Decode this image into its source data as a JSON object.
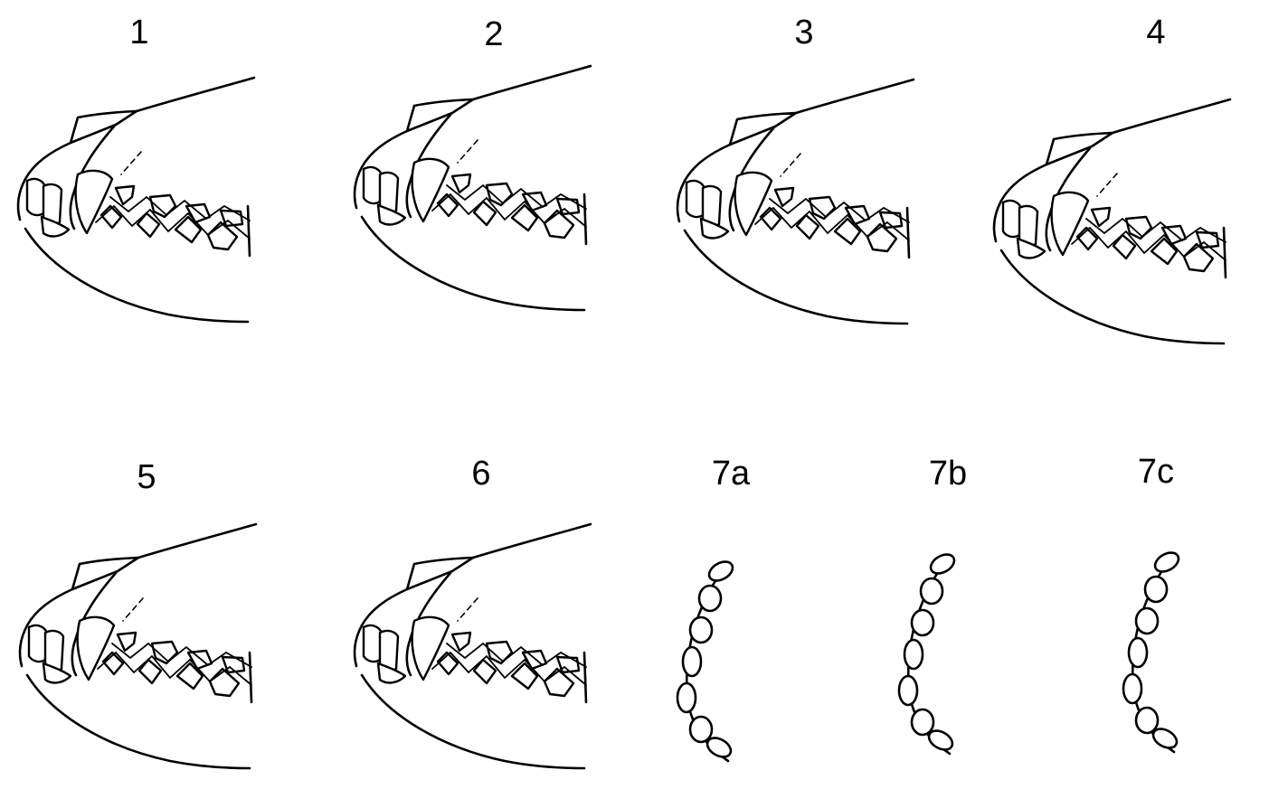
{
  "panels": [
    {
      "id": "p1",
      "label": "1"
    },
    {
      "id": "p2",
      "label": "2"
    },
    {
      "id": "p3",
      "label": "3"
    },
    {
      "id": "p4",
      "label": "4"
    },
    {
      "id": "p5",
      "label": "5"
    },
    {
      "id": "p6",
      "label": "6"
    },
    {
      "id": "p7a",
      "label": "7a"
    },
    {
      "id": "p7b",
      "label": "7b"
    },
    {
      "id": "p7c",
      "label": "7c"
    }
  ]
}
